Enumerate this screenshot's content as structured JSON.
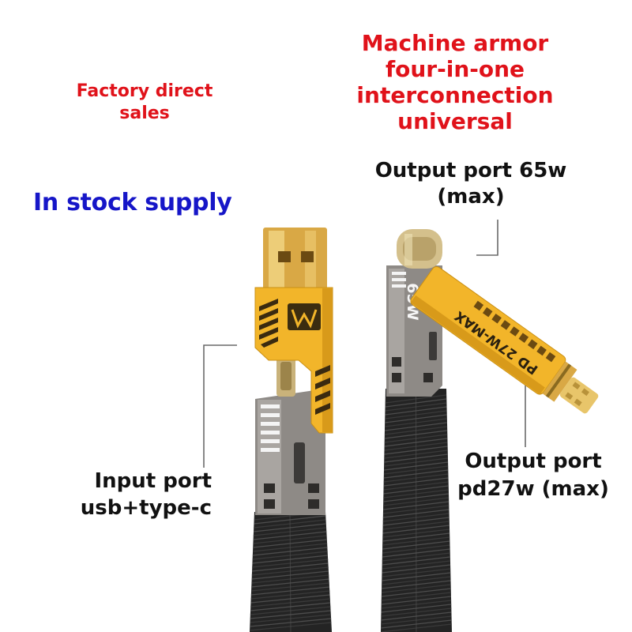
{
  "headline_left": {
    "lines": [
      "Factory direct",
      "sales"
    ]
  },
  "headline_right": {
    "lines": [
      "Machine armor",
      "four-in-one",
      "interconnection",
      "universal"
    ]
  },
  "stock_label": {
    "text": "In stock supply"
  },
  "callouts": {
    "output_65w": {
      "lines": [
        "Output port 65w",
        "(max)"
      ]
    },
    "input": {
      "lines": [
        "Input port",
        "usb+type-c"
      ]
    },
    "output_pd27w": {
      "lines": [
        "Output port",
        "pd27w (max)"
      ]
    }
  },
  "product_markings": {
    "type_c_housing_label": "65W",
    "lightning_arm_label": "PD 27W-MAX",
    "brand_logo": "w-logo-icon"
  },
  "colors": {
    "headline_red": "#e0121a",
    "stock_blue": "#1616c8",
    "callout_text": "#111111",
    "armor_yellow": "#f2b52a",
    "connector_gold": "#d9a845",
    "housing_grey": "#8e8a86",
    "cable_black": "#242424"
  }
}
